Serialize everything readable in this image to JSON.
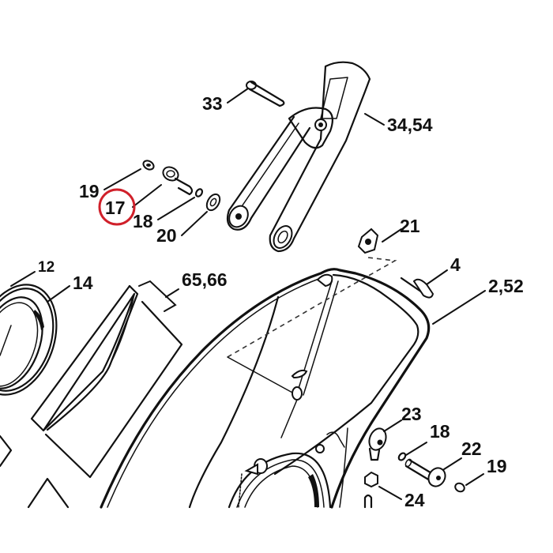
{
  "diagram": {
    "type": "exploded-parts-diagram",
    "highlight": {
      "part": "17",
      "color": "#d0202a",
      "shape": "circle"
    },
    "labels": [
      {
        "id": "33",
        "text": "33"
      },
      {
        "id": "34_54",
        "text": "34,54"
      },
      {
        "id": "19_top",
        "text": "19"
      },
      {
        "id": "17",
        "text": "17"
      },
      {
        "id": "18_top",
        "text": "18"
      },
      {
        "id": "20",
        "text": "20"
      },
      {
        "id": "21",
        "text": "21"
      },
      {
        "id": "4",
        "text": "4"
      },
      {
        "id": "2_52",
        "text": "2,52"
      },
      {
        "id": "12",
        "text": "12"
      },
      {
        "id": "14",
        "text": "14"
      },
      {
        "id": "65_66",
        "text": "65,66"
      },
      {
        "id": "23",
        "text": "23"
      },
      {
        "id": "18_bottom",
        "text": "18"
      },
      {
        "id": "22",
        "text": "22"
      },
      {
        "id": "19_bottom",
        "text": "19"
      },
      {
        "id": "24",
        "text": "24"
      }
    ]
  }
}
